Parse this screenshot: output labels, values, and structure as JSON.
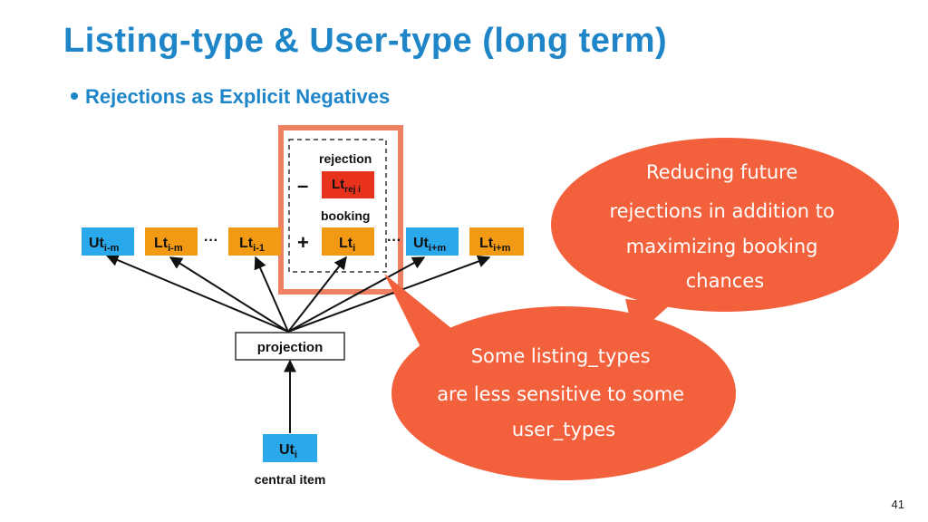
{
  "slide": {
    "title": "Listing-type & User-type (long term)",
    "bullet": "Rejections as Explicit Negatives",
    "page_number": "41"
  },
  "diagram": {
    "nodes": {
      "ut_im": {
        "main": "Ut",
        "sub": "i-m"
      },
      "lt_im": {
        "main": "Lt",
        "sub": "i-m"
      },
      "lt_i1": {
        "main": "Lt",
        "sub": "i-1"
      },
      "lt_i": {
        "main": "Lt",
        "sub": "i"
      },
      "lt_rej": {
        "main": "Lt",
        "sub": "rej i"
      },
      "ut_ip": {
        "main": "Ut",
        "sub": "i+m"
      },
      "lt_ip": {
        "main": "Lt",
        "sub": "i+m"
      },
      "ut_i": {
        "main": "Ut",
        "sub": "i"
      }
    },
    "ellipsis_left": "···",
    "ellipsis_right": "···",
    "rejection_label": "rejection",
    "booking_label": "booking",
    "minus_sign": "–",
    "plus_sign": "+",
    "projection_label": "projection",
    "central_item_label": "central item"
  },
  "callouts": {
    "reducing": [
      "Reducing future",
      "rejections in addition to",
      "maximizing booking",
      "chances"
    ],
    "sensitive": [
      "Some listing_types",
      "are less sensitive to some",
      "user_types"
    ]
  },
  "colors": {
    "title": "#1e86c8",
    "blue_node": "#29a9ec",
    "orange_node": "#f39a14",
    "red_node": "#e8321c",
    "callout": "#f2603c",
    "highlight_box": "#f08064"
  }
}
